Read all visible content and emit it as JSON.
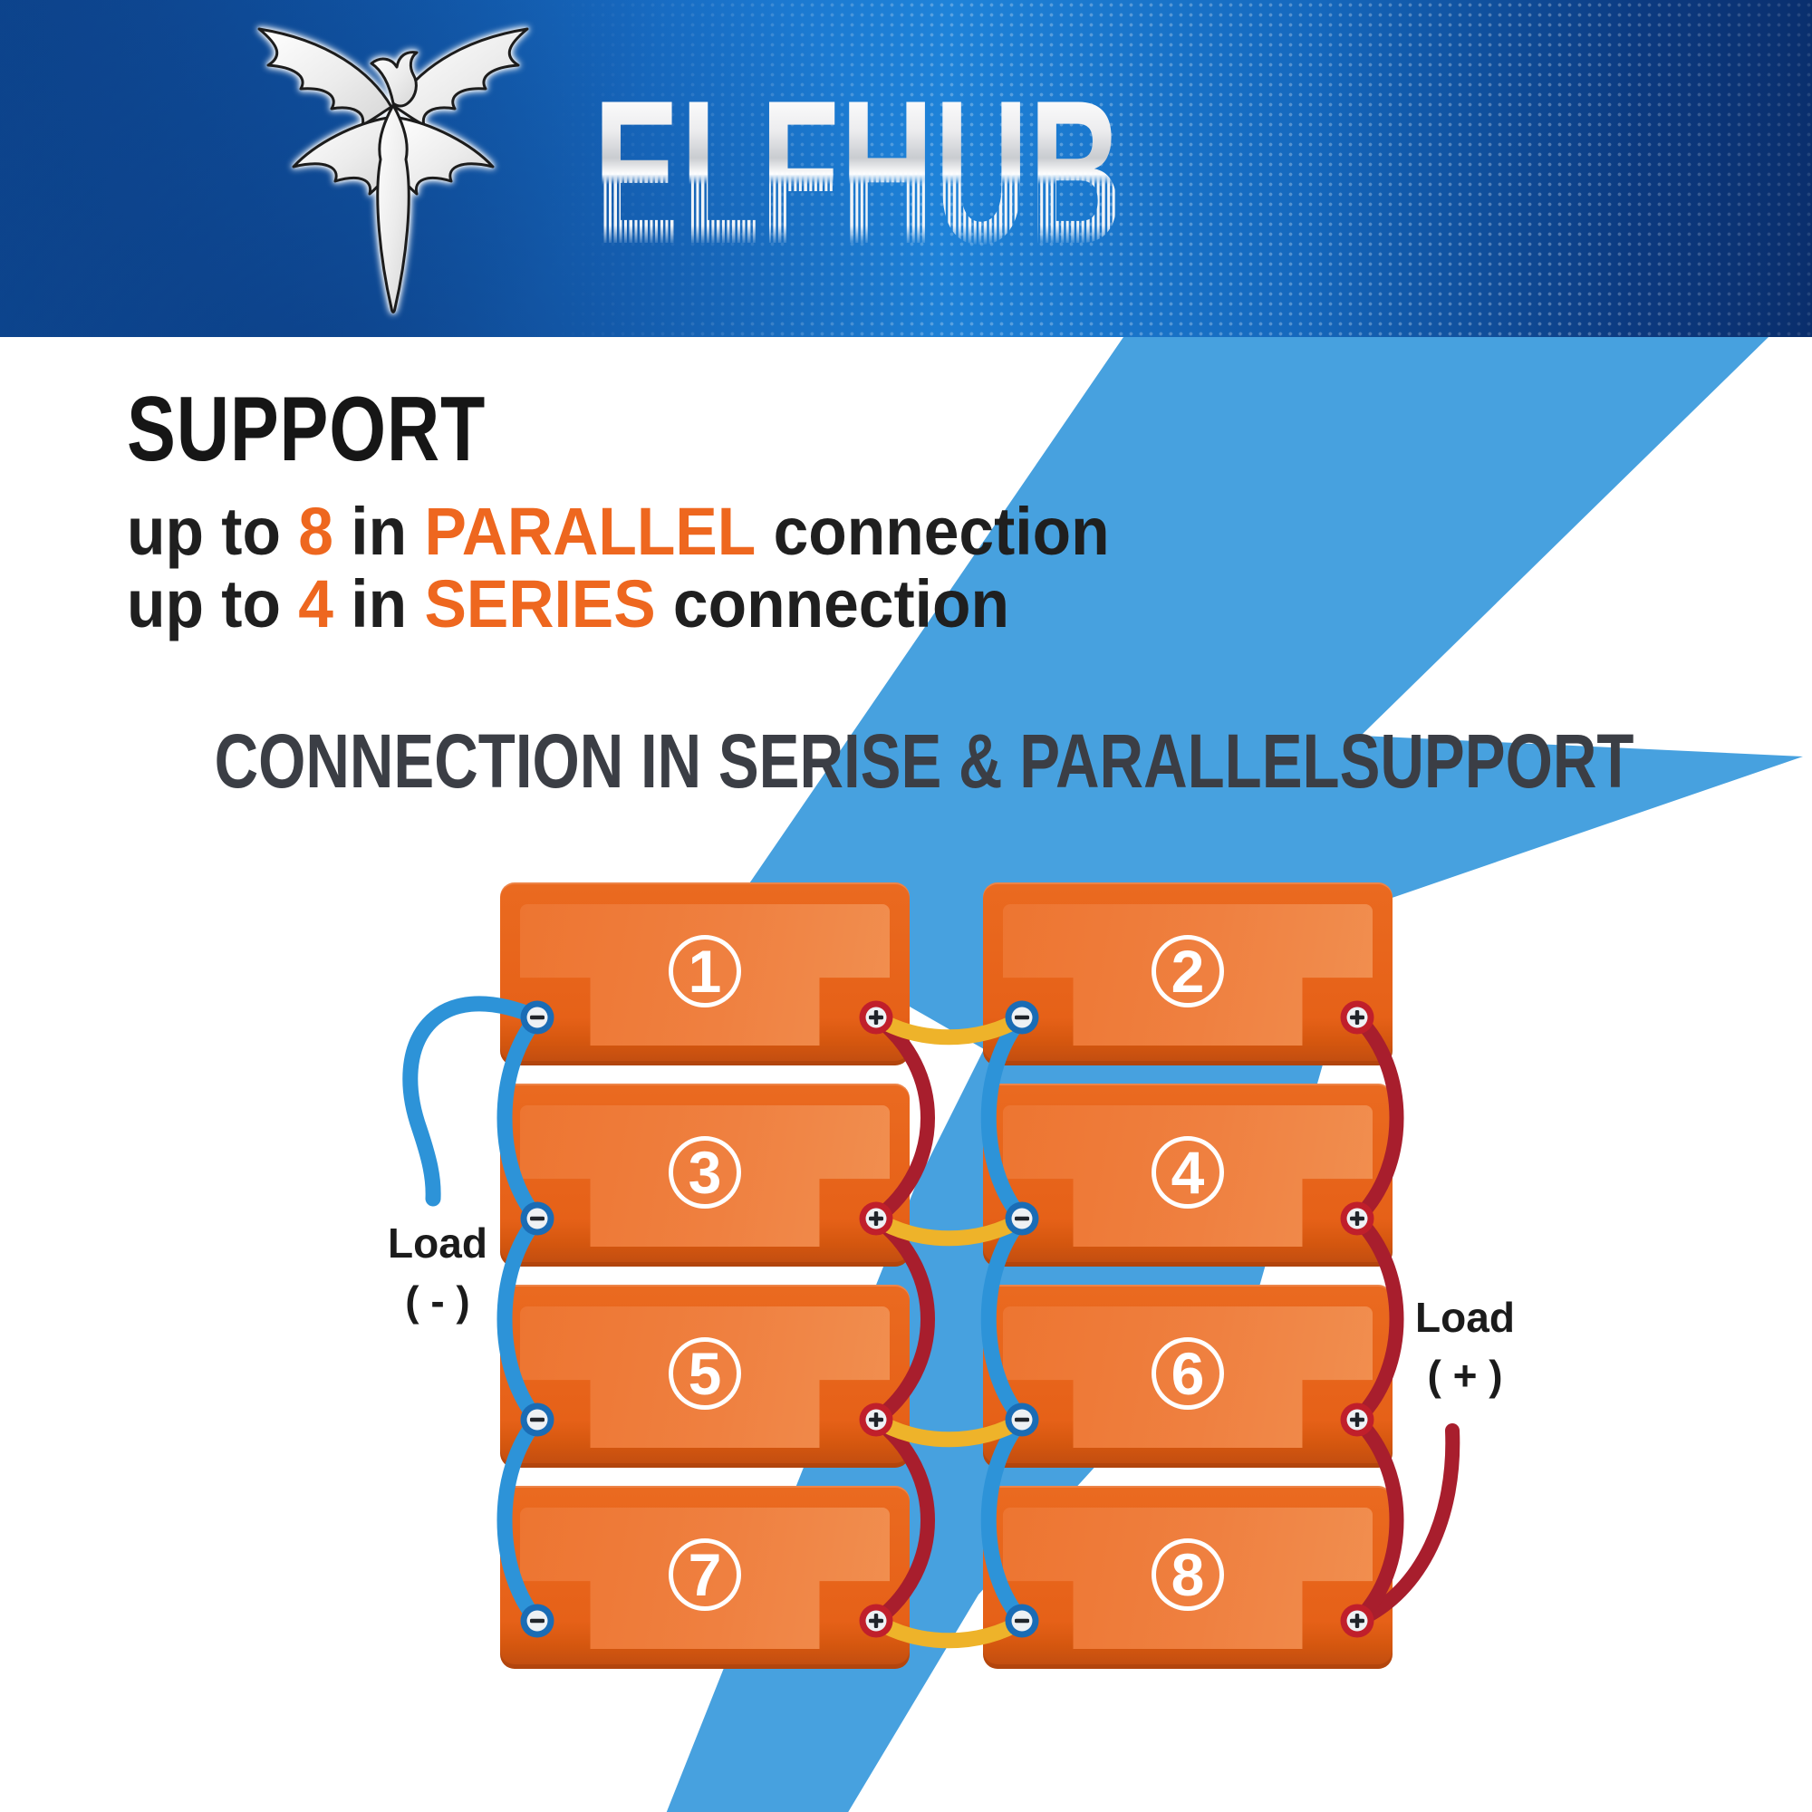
{
  "banner": {
    "brand": "ELFHUB"
  },
  "support": {
    "title": "SUPPORT",
    "line1": {
      "t1": "up to ",
      "n": "8",
      "t2": " in ",
      "k": "PARALLEL",
      "t3": " connection"
    },
    "line2": {
      "t1": "up to ",
      "n": "4",
      "t2": " in ",
      "k": "SERIES",
      "t3": " connection"
    }
  },
  "diagram": {
    "heading": "CONNECTION IN SERISE & PARALLELSUPPORT",
    "batteries": [
      {
        "label": "1"
      },
      {
        "label": "2"
      },
      {
        "label": "3"
      },
      {
        "label": "4"
      },
      {
        "label": "5"
      },
      {
        "label": "6"
      },
      {
        "label": "7"
      },
      {
        "label": "8"
      }
    ],
    "load_negative": {
      "title": "Load",
      "sign": "( - )"
    },
    "load_positive": {
      "title": "Load",
      "sign": "( + )"
    },
    "terminals": {
      "negative": "−",
      "positive": "+"
    }
  },
  "colors": {
    "accent_orange": "#ee671f",
    "bolt_blue": "#47a1df",
    "cable_blue": "#2d93d8",
    "cable_red": "#a81e2d",
    "cable_yellow": "#eeb32a",
    "battery_orange": "#e8661e",
    "banner_navy": "#0a2e6c"
  }
}
